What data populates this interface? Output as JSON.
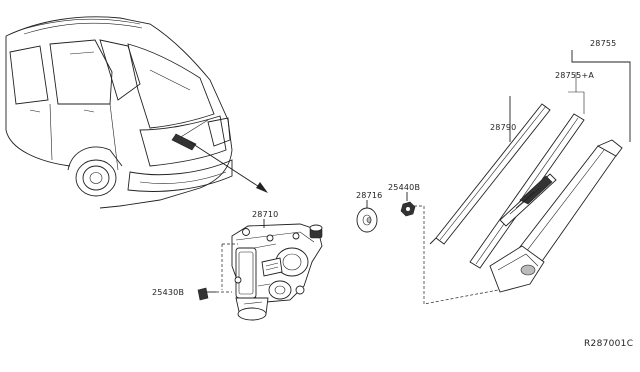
{
  "labels": {
    "motor": "28710",
    "grommet": "28716",
    "nut": "25440B",
    "bolt": "25430B",
    "arm_assy": "28755",
    "arm": "28755+A",
    "blade": "28790"
  },
  "reference_code": "R287001C"
}
